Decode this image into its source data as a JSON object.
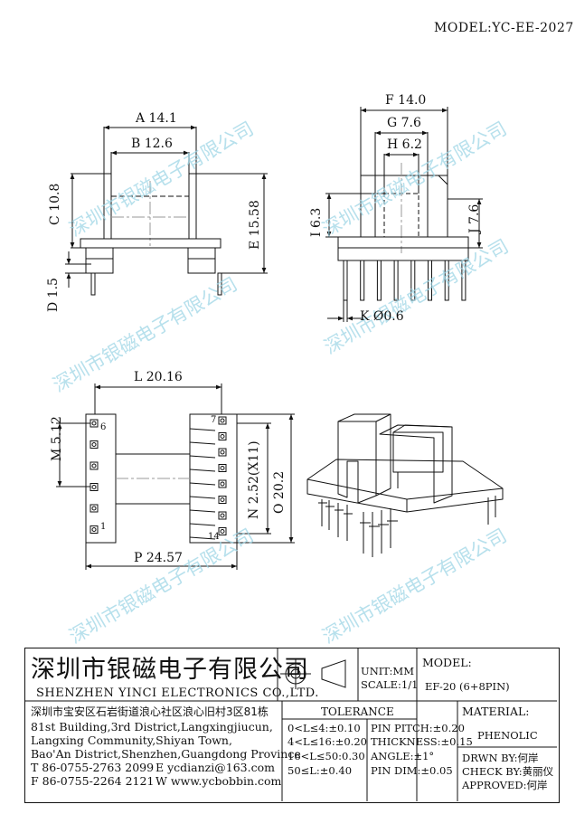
{
  "model_top": "MODEL:YC-EE-2027",
  "watermark": "深圳市银磁电子有限公司",
  "dims": {
    "a": "A 14.1",
    "b": "B 12.6",
    "c": "C 10.8",
    "d": "D 1.5",
    "e": "E 15.58",
    "f": "F 14.0",
    "g": "G 7.6",
    "h": "H 6.2",
    "i": "I 6.3",
    "j": "J 7.6",
    "k": "K Ø0.6",
    "l": "L 20.16",
    "m": "M 5.12",
    "n": "N 2.52(X11)",
    "o": "O 20.2",
    "p": "P 24.57",
    "pin6": "6",
    "pin7": "7",
    "pin1": "1",
    "pin14": "14"
  },
  "title_block": {
    "company_cn": "深圳市银磁电子有限公司",
    "company_en": "SHENZHEN YINCI ELECTRONICS CO.,LTD.",
    "address_cn": "深圳市宝安区石岩街道浪心社区浪心旧村3区81栋",
    "address_en1": "81st Building,3rd District,Langxingjiucun,",
    "address_en2": "Langxing Community,Shiyan Town,",
    "address_en3": "Bao'An District,Shenzhen,Guangdong Province",
    "tel": "T 86-0755-2763 2099",
    "email": "E ycdianzi@163.com",
    "fax": "F 86-0755-2264 2121",
    "web": "W www.ycbobbin.com",
    "unit": "UNIT:MM",
    "scale": "SCALE:1/1",
    "model_label": "MODEL:",
    "model_value": "EF-20 (6+8PIN)",
    "tolerance_label": "TOLERANCE",
    "tol1": "0<L≤4:±0.10",
    "tol2": "4<L≤16:±0.20",
    "tol3": "16<L≤50:0.30",
    "tol4": "50≤L:±0.40",
    "pin_pitch": "PIN PITCH:±0.20",
    "thickness": "THICKNESS:±0.15",
    "angle": "ANGLE:±1°",
    "pin_dim": "PIN DIM:±0.05",
    "material_label": "MATERIAL:",
    "material_value": "PHENOLIC",
    "drawn": "DRWN BY:何岸",
    "check": "CHECK BY:黄丽仪",
    "approved": "APPROVED:何岸"
  }
}
